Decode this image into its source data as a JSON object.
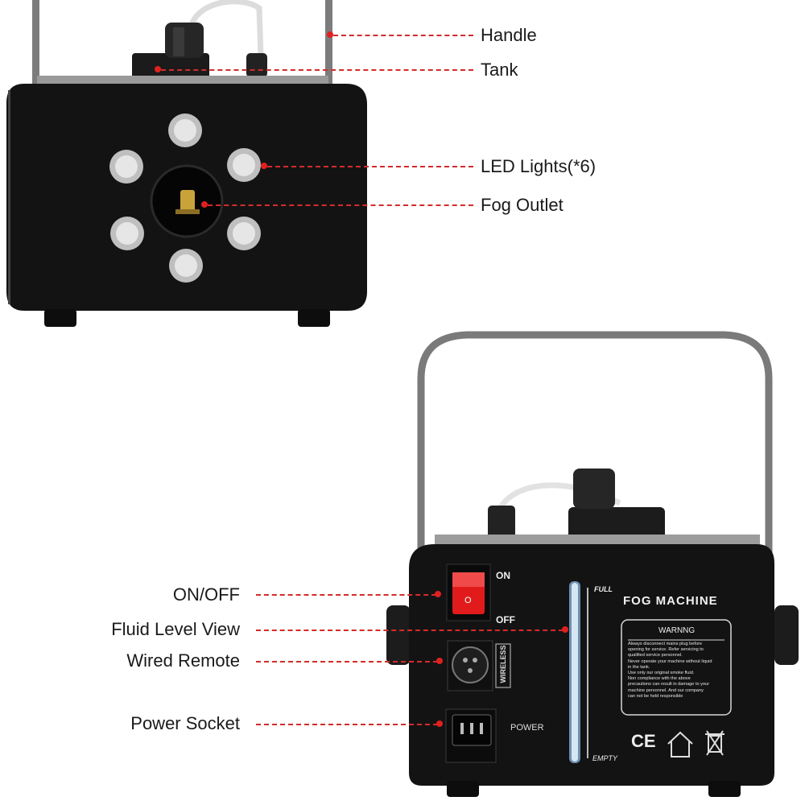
{
  "callouts_top": {
    "handle": "Handle",
    "tank": "Tank",
    "led_lights": "LED Lights(*6)",
    "fog_outlet": "Fog Outlet"
  },
  "callouts_bottom": {
    "on_off": "ON/OFF",
    "fluid_level_view": "Fluid Level View",
    "wired_remote": "Wired Remote",
    "power_socket": "Power Socket"
  },
  "rear_panel": {
    "on_label": "ON",
    "off_label": "OFF",
    "switch_mark": "O",
    "wireless_label": "WIRELESS",
    "power_label": "POWER",
    "full_label": "FULL",
    "empty_label": "EMPTY",
    "brand_title": "FOG MACHINE",
    "warning_title": "WARNNG",
    "warning_lines": [
      "Always disconnect mains plug before",
      "opening for service. Refer servicing to",
      "qualified service personnel.",
      "Never operate your machine without liquid",
      "in the tank.",
      "Use only our original smoke fluid.",
      "Non compliance with the above",
      "precautions can result in damage to your",
      "machine personnel. And our company",
      "can not be held responsible"
    ],
    "ce_mark": "CE"
  },
  "colors": {
    "accent_red": "#e02020",
    "device_black": "#121212",
    "switch_red": "#e11b1b"
  }
}
